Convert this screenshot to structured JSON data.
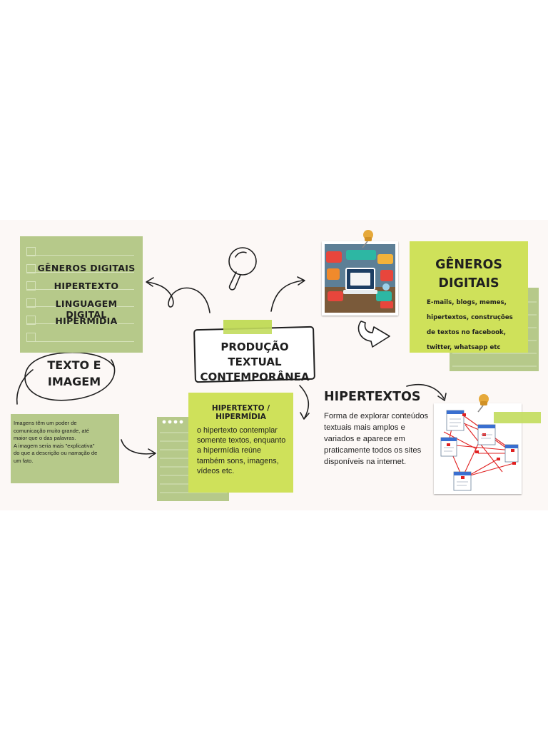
{
  "colors": {
    "background": "#fcf8f6",
    "lime": "#cfe15a",
    "sage": "#b6c98a",
    "ink": "#1f1f1f",
    "link_red": "#e02020"
  },
  "top_left_list": {
    "items": [
      "GÊNEROS DIGITAIS",
      "HIPERTEXTO",
      "LINGUAGEM DIGITAL",
      "HIPERMÍDIA"
    ]
  },
  "texto_imagem": {
    "title_line1": "TEXTO E",
    "title_line2": "IMAGEM",
    "body_lines": [
      "Imagens têm um poder de",
      "comunicação muito grande, até",
      "maior que o das palavras.",
      "A imagem seria mais \"explicativa\"",
      "do que a descrição ou narração de",
      "um fato."
    ]
  },
  "center": {
    "title_line1": "PRODUÇÃO TEXTUAL",
    "title_line2": "CONTEMPORÂNEA"
  },
  "hipertexto_hipermidia": {
    "title": "HIPERTEXTO / HIPERMÍDIA",
    "body": "o hipertexto contemplar somente textos, enquanto a hipermídia reúne também sons, imagens, vídeos etc."
  },
  "generos_digitais": {
    "title_line1": "GÊNEROS",
    "title_line2": "DIGITAIS",
    "body_lines": [
      "E-mails, blogs, memes,",
      "hipertextos, construções",
      "de textos no facebook,",
      "twitter, whatsapp etc"
    ]
  },
  "hipertextos": {
    "title": "HIPERTEXTOS",
    "body": "Forma de explorar conteúdos textuais mais amplos e variados e aparece em praticamente todos os sites disponíveis na internet."
  },
  "icons": [
    "magnifier-icon",
    "push-pin-icon",
    "laptop-collage-illustration",
    "hypertext-network-illustration",
    "curved-arrow-icon",
    "outline-arrow-icon"
  ]
}
